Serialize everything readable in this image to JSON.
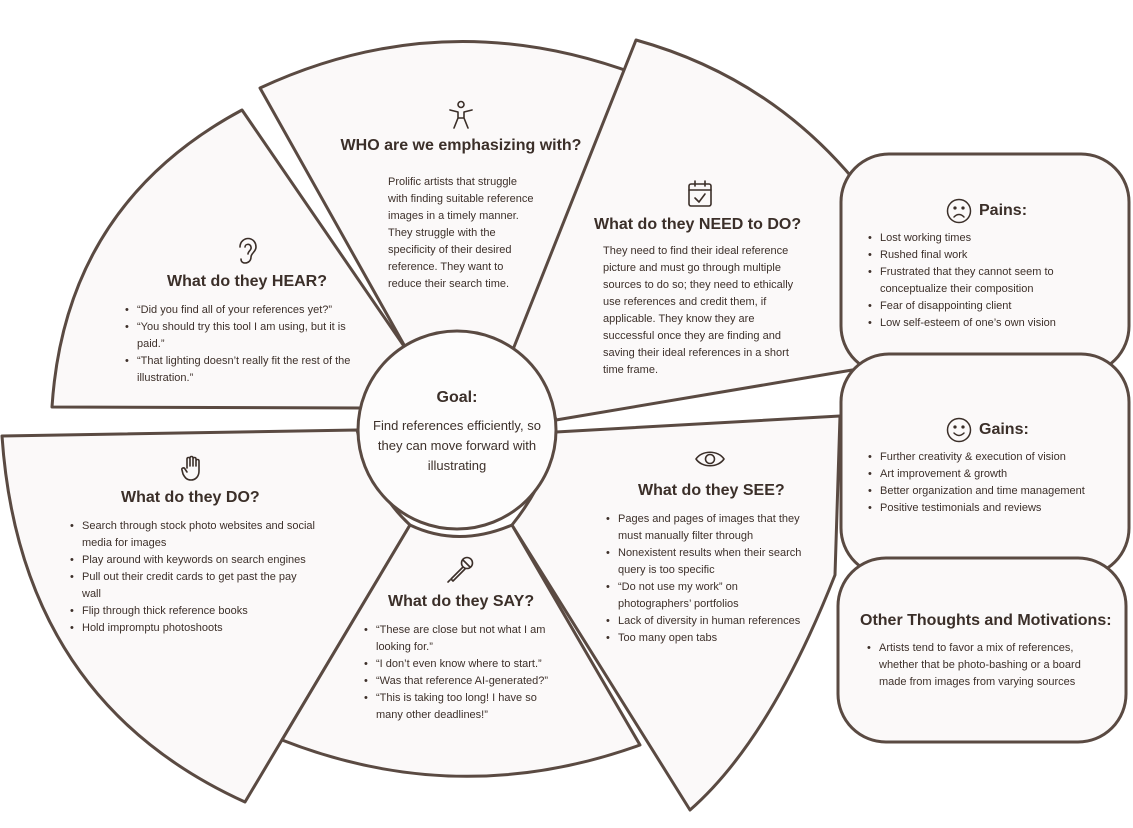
{
  "who": {
    "title": "WHO are we emphasizing with?",
    "text": "Prolific artists that struggle with finding suitable reference images in a timely manner. They struggle with the specificity of their desired reference. They want to reduce their search time."
  },
  "hear": {
    "title": "What do they HEAR?",
    "items": [
      "“Did you find all of your references yet?”",
      "“You should try this tool I am using, but it is paid.”",
      "“That lighting doesn’t really fit the rest of the illustration.”"
    ]
  },
  "need": {
    "title": "What do they NEED to DO?",
    "text": "They need to find their ideal reference picture and must go through multiple sources to do so; they need to ethically use references and credit them, if applicable. They know they are successful once they are finding and saving their ideal references in a short time frame."
  },
  "do": {
    "title": "What do they DO?",
    "items": [
      "Search through stock photo websites and social media for images",
      "Play around with keywords on search engines",
      "Pull out their credit cards to get past the pay wall",
      "Flip through thick reference books",
      "Hold impromptu photoshoots"
    ]
  },
  "say": {
    "title": "What do they SAY?",
    "items": [
      "“These are close but not what I am looking for.”",
      "“I don’t even know where to start.”",
      "“Was that reference AI-generated?”",
      "“This is taking too long! I have so many other deadlines!”"
    ]
  },
  "see": {
    "title": "What do they SEE?",
    "items": [
      "Pages and pages of images that they must manually filter through",
      "Nonexistent results when their search query is too specific",
      "“Do not use my work” on photographers’ portfolios",
      "Lack of diversity in human references",
      "Too many open tabs"
    ]
  },
  "goal": {
    "title": "Goal:",
    "text": "Find references efficiently, so they can move forward with illustrating"
  },
  "pains": {
    "title": "Pains:",
    "items": [
      "Lost working times",
      "Rushed final work",
      "Frustrated that they cannot seem to conceptualize their composition",
      "Fear of disappointing client",
      "Low self-esteem of one’s own vision"
    ]
  },
  "gains": {
    "title": "Gains:",
    "items": [
      "Further creativity & execution of vision",
      "Art improvement & growth",
      "Better organization and time management",
      "Positive testimonials and reviews"
    ]
  },
  "other": {
    "title": "Other Thoughts and Motivations:",
    "items": [
      "Artists tend to favor a mix of references, whether that be photo-bashing or a board made from images from varying sources"
    ]
  },
  "icons": {
    "who": "person-icon",
    "hear": "ear-icon",
    "need": "calendar-check-icon",
    "do": "hand-icon",
    "say": "microphone-icon",
    "see": "eye-icon",
    "pains": "sad-face-icon",
    "gains": "smiley-face-icon"
  },
  "colors": {
    "fill": "#fbf9f9",
    "stroke": "#5a4a42",
    "text": "#3d302a"
  }
}
